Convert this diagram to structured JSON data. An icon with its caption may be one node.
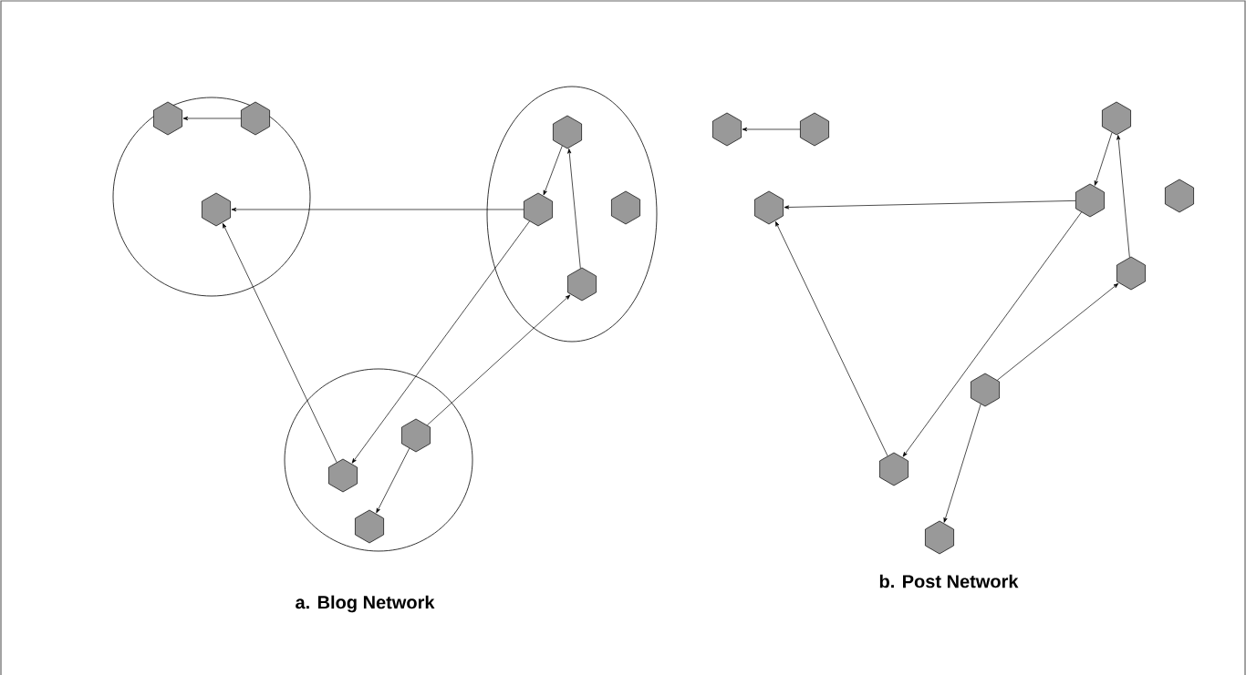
{
  "diagram": {
    "nodes": [
      {
        "text": [],
        "shape": "ellipse"
      },
      {
        "text": [],
        "shape": "ellipse"
      },
      {
        "text": [],
        "shape": "ellipse"
      },
      {
        "text": [],
        "shape": "hexagon",
        "in": 0
      },
      {
        "text": [],
        "shape": "hexagon",
        "in": 0
      },
      {
        "text": [],
        "shape": "hexagon",
        "in": 0
      },
      {
        "text": [],
        "shape": "hexagon",
        "in": 1
      },
      {
        "text": [],
        "shape": "hexagon",
        "in": 1
      },
      {
        "text": [],
        "shape": "hexagon",
        "in": 1
      },
      {
        "text": [],
        "shape": "hexagon",
        "in": 1
      },
      {
        "text": [],
        "shape": "hexagon",
        "in": 2
      },
      {
        "text": [],
        "shape": "hexagon",
        "in": 2
      },
      {
        "text": [],
        "shape": "hexagon",
        "in": 2
      },
      {
        "text": [],
        "shape": "hexagon"
      },
      {
        "text": [],
        "shape": "hexagon"
      },
      {
        "text": [],
        "shape": "hexagon"
      },
      {
        "text": [],
        "shape": "hexagon"
      },
      {
        "text": [],
        "shape": "hexagon"
      },
      {
        "text": [],
        "shape": "hexagon"
      },
      {
        "text": [],
        "shape": "hexagon"
      },
      {
        "text": [],
        "shape": "hexagon"
      },
      {
        "text": [],
        "shape": "hexagon"
      },
      {
        "text": [],
        "shape": "hexagon"
      }
    ],
    "edges": [
      {
        "from": 4,
        "to": 3,
        "arrow": "to"
      },
      {
        "from": 7,
        "to": 5,
        "arrow": "to"
      },
      {
        "from": 6,
        "to": 7,
        "arrow": "to"
      },
      {
        "from": 9,
        "to": 6,
        "arrow": "to"
      },
      {
        "from": 10,
        "to": 5,
        "arrow": "to"
      },
      {
        "from": 7,
        "to": 10,
        "arrow": "to"
      },
      {
        "from": 11,
        "to": 9,
        "arrow": "to"
      },
      {
        "from": 11,
        "to": 12,
        "arrow": "to"
      },
      {
        "from": 14,
        "to": 13,
        "arrow": "to"
      },
      {
        "from": 17,
        "to": 15,
        "arrow": "to"
      },
      {
        "from": 16,
        "to": 17,
        "arrow": "to"
      },
      {
        "from": 19,
        "to": 16,
        "arrow": "to"
      },
      {
        "from": 20,
        "to": 15,
        "arrow": "to"
      },
      {
        "from": 17,
        "to": 20,
        "arrow": "to"
      },
      {
        "from": 21,
        "to": 19,
        "arrow": "to"
      },
      {
        "from": 21,
        "to": 22,
        "arrow": "to"
      }
    ],
    "labels": [
      "a. Blog Network",
      "b. Post Network"
    ]
  }
}
